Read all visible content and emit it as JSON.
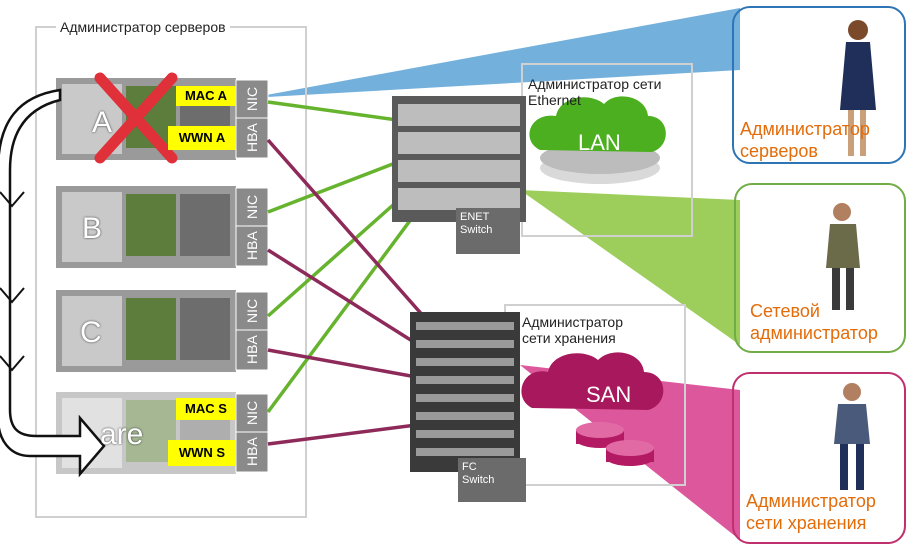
{
  "server_admin_area": {
    "title": "Администратор серверов"
  },
  "servers": [
    {
      "id": "A",
      "letter": "A",
      "mac_label": "MAC A",
      "wwn_label": "WWN A",
      "failed": true
    },
    {
      "id": "B",
      "letter": "B"
    },
    {
      "id": "C",
      "letter": "C"
    },
    {
      "id": "S",
      "letter": "are",
      "mac_label": "MAC S",
      "wwn_label": "WWN S"
    }
  ],
  "ports": {
    "nic": "NIC",
    "hba": "HBA"
  },
  "ethernet": {
    "title": "Администратор сети Ethernet",
    "cloud": "LAN",
    "switch_line1": "ENET",
    "switch_line2": "Switch"
  },
  "storage": {
    "title_line1": "Администратор",
    "title_line2": "сети хранения",
    "cloud": "SAN",
    "switch_line1": "FC",
    "switch_line2": "Switch"
  },
  "admins": [
    {
      "role": "server",
      "line1": "Администратор",
      "line2": "серверов",
      "color": "#2e75b6"
    },
    {
      "role": "network",
      "line1": "Сетевой",
      "line2": "администратор",
      "color": "#70ad47"
    },
    {
      "role": "storage",
      "line1": "Администратор",
      "line2": "сети хранения",
      "color": "#c0306e"
    }
  ],
  "colors": {
    "lan_link": "#66b32e",
    "san_link": "#8e2a5a",
    "beam_blue": "#5aa3d6",
    "beam_green": "#8cc63f",
    "beam_pink": "#d63a8a",
    "label_orange": "#e36c0a",
    "fail_x": "#e0303a"
  }
}
